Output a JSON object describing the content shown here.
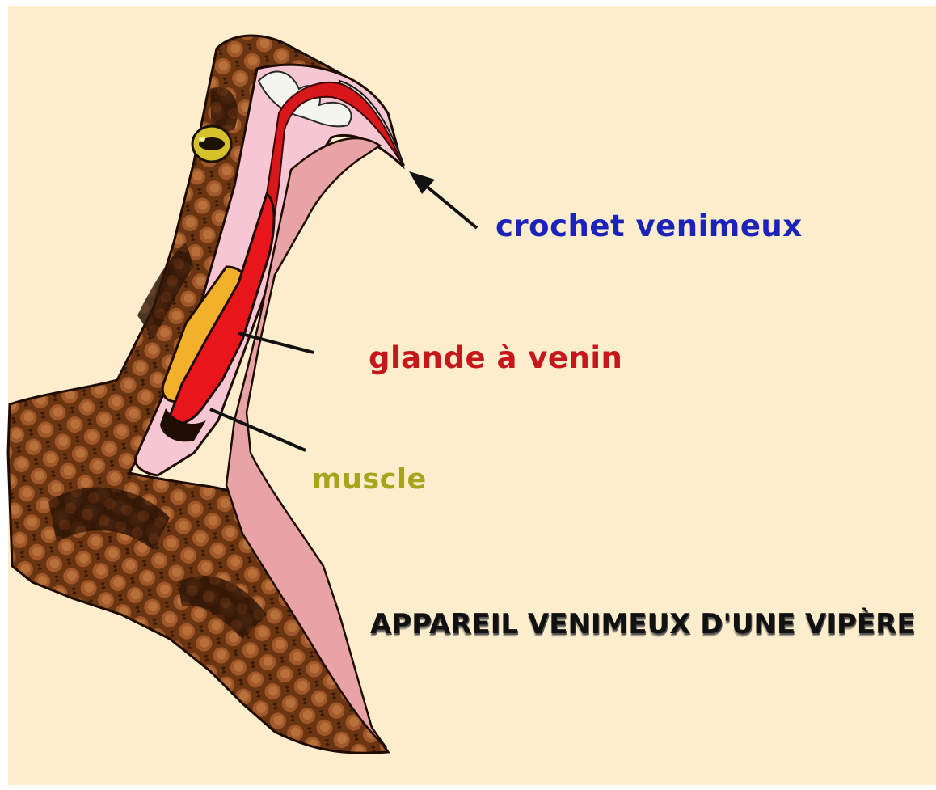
{
  "labels": {
    "venom_fang": "crochet venimeux",
    "venom_gland": "glande à venin",
    "muscle": "muscle",
    "title": "APPAREIL VENIMEUX D'UNE VIPÈRE"
  },
  "colors": {
    "background": "#fcedcd",
    "venom_fang_label": "#1c23b8",
    "venom_gland_label": "#c8161d",
    "muscle_label": "#a8a41e",
    "title": "#111111",
    "scales": "#7a3e14",
    "mouth_lining": "#f6c6d3",
    "gland": "#e8161a",
    "muscle_tissue": "#f2b12a"
  }
}
